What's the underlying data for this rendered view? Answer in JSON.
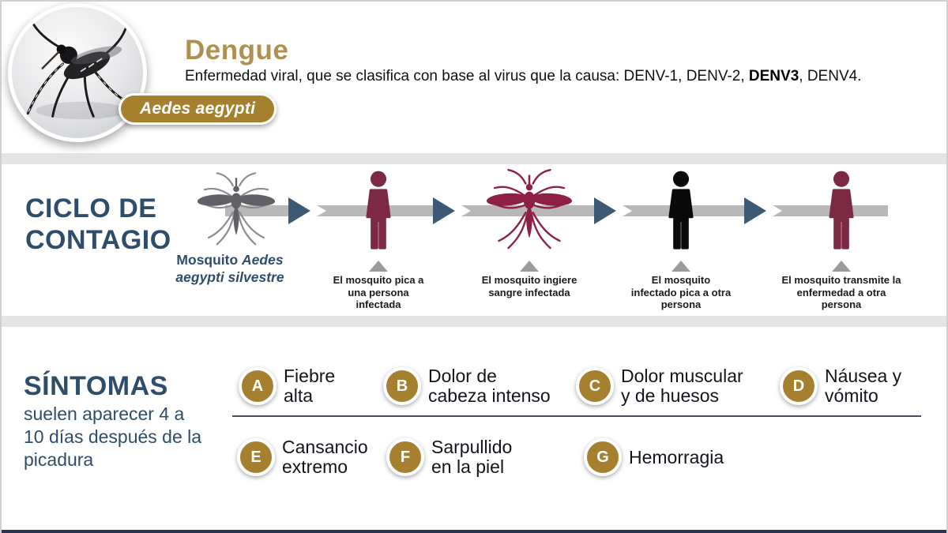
{
  "header": {
    "title": "Dengue",
    "subtitle_prefix": "Enfermedad viral, que se clasifica con base al virus que la causa: DENV-1, DENV-2, ",
    "subtitle_bold": "DENV3",
    "subtitle_suffix": ", DENV4.",
    "species_badge": "Aedes aegypti",
    "photo_alt_icon": "mosquito-photo"
  },
  "cycle": {
    "heading": "CICLO DE CONTAGIO",
    "source_label_prefix": "Mosquito ",
    "source_label_species": "Aedes aegypti silvestre",
    "steps": [
      {
        "icon": "person-maroon",
        "label_lines": [
          "El mosquito pica a",
          "una persona",
          "infectada"
        ]
      },
      {
        "icon": "mosquito-maroon",
        "label_lines": [
          "El mosquito ingiere",
          "sangre infectada"
        ]
      },
      {
        "icon": "person-black",
        "label_lines": [
          "El mosquito",
          "infectado pica a otra",
          "persona"
        ]
      },
      {
        "icon": "person-maroon",
        "label_lines": [
          "El mosquito transmite la",
          "enfermedad a otra",
          "persona"
        ]
      }
    ]
  },
  "symptoms": {
    "heading": "SÍNTOMAS",
    "subheading_lines": [
      "suelen aparecer 4 a",
      "10 días después de la",
      "picadura"
    ],
    "items": [
      {
        "letter": "A",
        "lines": [
          "Fiebre",
          "alta"
        ]
      },
      {
        "letter": "B",
        "lines": [
          "Dolor de",
          "cabeza intenso"
        ]
      },
      {
        "letter": "C",
        "lines": [
          "Dolor muscular",
          "y de huesos"
        ]
      },
      {
        "letter": "D",
        "lines": [
          "Náusea y",
          "vómito"
        ]
      },
      {
        "letter": "E",
        "lines": [
          "Cansancio",
          "extremo"
        ]
      },
      {
        "letter": "F",
        "lines": [
          "Sarpullido",
          "en la piel"
        ]
      },
      {
        "letter": "G",
        "lines": [
          "Hemorragia"
        ]
      }
    ]
  },
  "colors": {
    "gold": "#a5812f",
    "title_gold": "#b09050",
    "navy": "#2e4d6b",
    "maroon": "#7c2a44",
    "mosquito_maroon": "#8e2045",
    "person_black": "#0a0a0a",
    "flow_bar_gray": "#b8b8b8",
    "arrow_navy": "#3d5a75",
    "band_gray": "#e4e4e4",
    "pointer_gray": "#9b9b9b",
    "gray_mosquito": "#5f6166",
    "gray_mosquito_legs": "#8a8c90"
  }
}
